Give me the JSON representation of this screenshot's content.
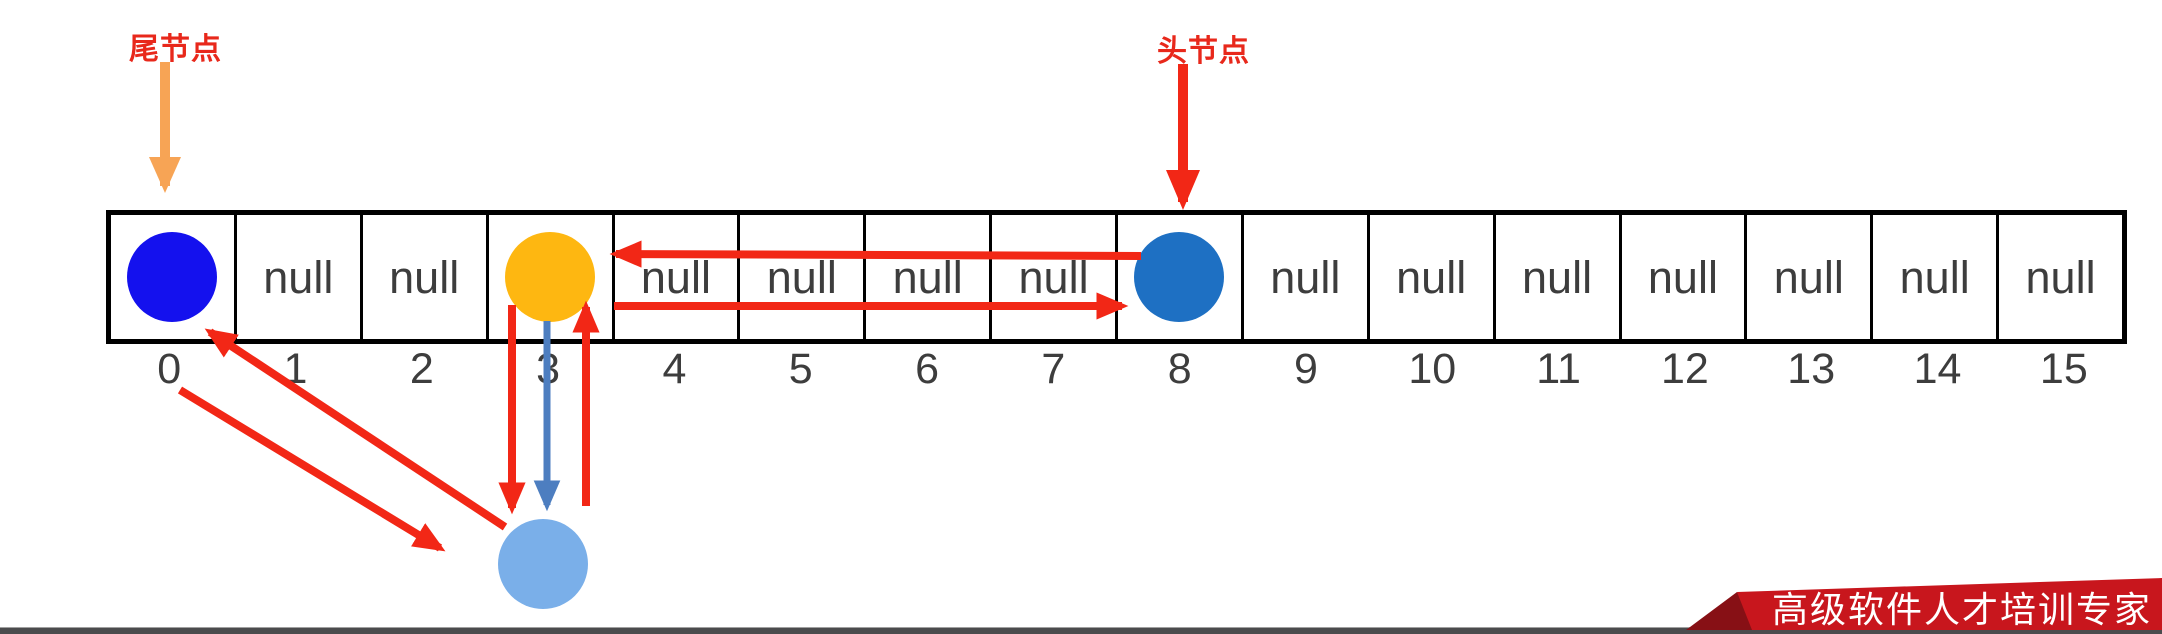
{
  "pointers": {
    "tail_label": "尾节点",
    "head_label": "头节点"
  },
  "array": {
    "cells": [
      {
        "index": "0",
        "type": "node",
        "node": "tail-node",
        "color": "#1411ee"
      },
      {
        "index": "1",
        "type": "null",
        "text": "null"
      },
      {
        "index": "2",
        "type": "null",
        "text": "null"
      },
      {
        "index": "3",
        "type": "node",
        "node": "bucket3-node",
        "color": "#feb711"
      },
      {
        "index": "4",
        "type": "null",
        "text": "null"
      },
      {
        "index": "5",
        "type": "null",
        "text": "null"
      },
      {
        "index": "6",
        "type": "null",
        "text": "null"
      },
      {
        "index": "7",
        "type": "null",
        "text": "null"
      },
      {
        "index": "8",
        "type": "node",
        "node": "head-node",
        "color": "#1e70c3"
      },
      {
        "index": "9",
        "type": "null",
        "text": "null"
      },
      {
        "index": "10",
        "type": "null",
        "text": "null"
      },
      {
        "index": "11",
        "type": "null",
        "text": "null"
      },
      {
        "index": "12",
        "type": "null",
        "text": "null"
      },
      {
        "index": "13",
        "type": "null",
        "text": "null"
      },
      {
        "index": "14",
        "type": "null",
        "text": "null"
      },
      {
        "index": "15",
        "type": "null",
        "text": "null"
      }
    ]
  },
  "floating_node": {
    "color": "#7aafe9"
  },
  "banner": {
    "text": "高级软件人才培训专家"
  },
  "colors": {
    "arrow_red": "#f22716",
    "arrow_blue": "#4d7ec0",
    "arrow_orange": "#f7a455",
    "ribbon_red": "#c8161d",
    "ribbon_fold": "#871015"
  }
}
